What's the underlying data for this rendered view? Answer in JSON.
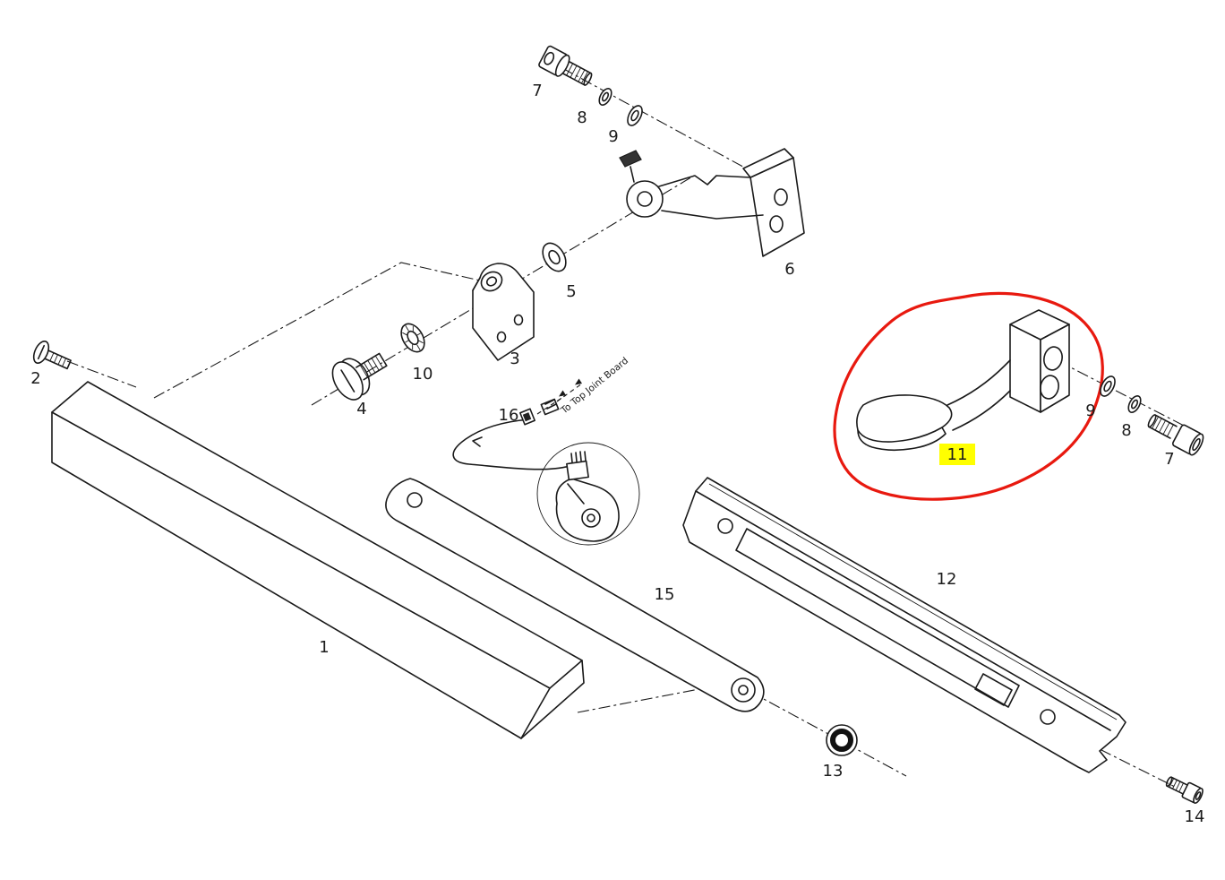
{
  "diagram": {
    "kind": "exploded-parts-diagram",
    "background_color": "#ffffff",
    "line_color": "#1a1a1a",
    "annotation": "To Top Joint Board",
    "highlight": {
      "highlighted_part": "11",
      "circle_color": "#e8190f",
      "label_bg": "#ffff00"
    },
    "labels": [
      {
        "text": "1"
      },
      {
        "text": "2"
      },
      {
        "text": "3"
      },
      {
        "text": "4"
      },
      {
        "text": "5"
      },
      {
        "text": "6"
      },
      {
        "text": "7"
      },
      {
        "text": "8"
      },
      {
        "text": "9"
      },
      {
        "text": "10"
      },
      {
        "text": "11"
      },
      {
        "text": "12"
      },
      {
        "text": "13"
      },
      {
        "text": "14"
      },
      {
        "text": "15"
      },
      {
        "text": "16"
      },
      {
        "text": "9"
      },
      {
        "text": "8"
      },
      {
        "text": "7"
      }
    ]
  }
}
